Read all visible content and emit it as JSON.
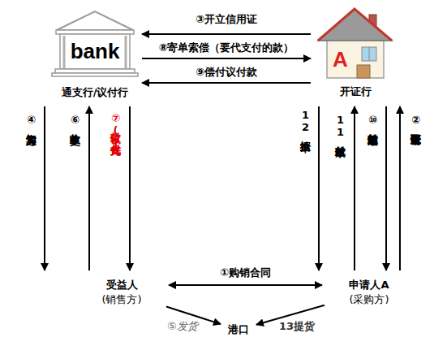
{
  "diagram": {
    "nodes": [
      {
        "text": [
          "bank",
          "通支行/议付行"
        ]
      },
      {
        "text": [
          "A",
          "开证行"
        ]
      },
      {
        "text": [
          "受益人",
          "(销售方)"
        ]
      },
      {
        "text": [
          "申请人A",
          "(采购方)"
        ]
      },
      {
        "text": [
          "港口"
        ]
      }
    ],
    "edges": [
      {
        "from": 1,
        "to": 0,
        "label": "③开立信用证",
        "arrow": "to"
      },
      {
        "from": 0,
        "to": 1,
        "label": "⑧寄单索偿（要代支付的款）",
        "arrow": "to"
      },
      {
        "from": 1,
        "to": 0,
        "label": "⑨偿付议付款",
        "arrow": "to"
      },
      {
        "from": 0,
        "to": 2,
        "label": "④通知卖方",
        "arrow": "to"
      },
      {
        "from": 2,
        "to": 0,
        "label": "⑥交单收款",
        "arrow": "to"
      },
      {
        "from": 0,
        "to": 2,
        "label": "⑦议付款(先代支付)",
        "arrow": "to"
      },
      {
        "from": 1,
        "to": 3,
        "label": "12给单据",
        "arrow": "to"
      },
      {
        "from": 3,
        "to": 1,
        "label": "11付款赎单",
        "arrow": "to"
      },
      {
        "from": 1,
        "to": 3,
        "label": "⑩通知付款赎单",
        "arrow": "to"
      },
      {
        "from": 3,
        "to": 1,
        "label": "②申请开证及保证金",
        "arrow": "to"
      },
      {
        "from": 2,
        "to": 3,
        "label": "①购销合同",
        "arrow": "both"
      },
      {
        "from": 2,
        "to": 4,
        "label": "⑤发货",
        "arrow": "to"
      },
      {
        "from": 3,
        "to": 4,
        "label": "13提货",
        "arrow": "to"
      }
    ]
  }
}
